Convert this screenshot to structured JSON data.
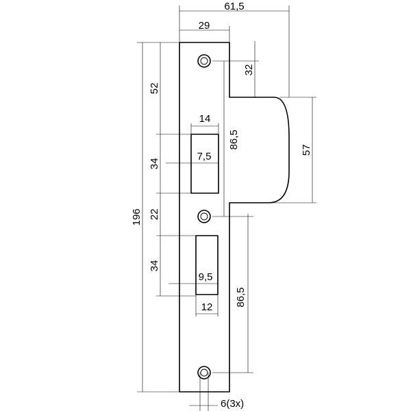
{
  "dimensions": {
    "overall_width": "61,5",
    "plate_width": "29",
    "screw_to_lip_top": "32",
    "lip_height": "57",
    "top_to_latch": "52",
    "latch_width": "14",
    "latch_offset": "7,5",
    "latch_height": "34",
    "latch_to_screw": "22",
    "bolt_height": "34",
    "bolt_offset": "9,5",
    "bolt_width": "12",
    "screw_spacing_upper": "86,5",
    "screw_spacing_lower": "86,5",
    "total_height": "196",
    "hole_diameter": "6(3x)"
  }
}
